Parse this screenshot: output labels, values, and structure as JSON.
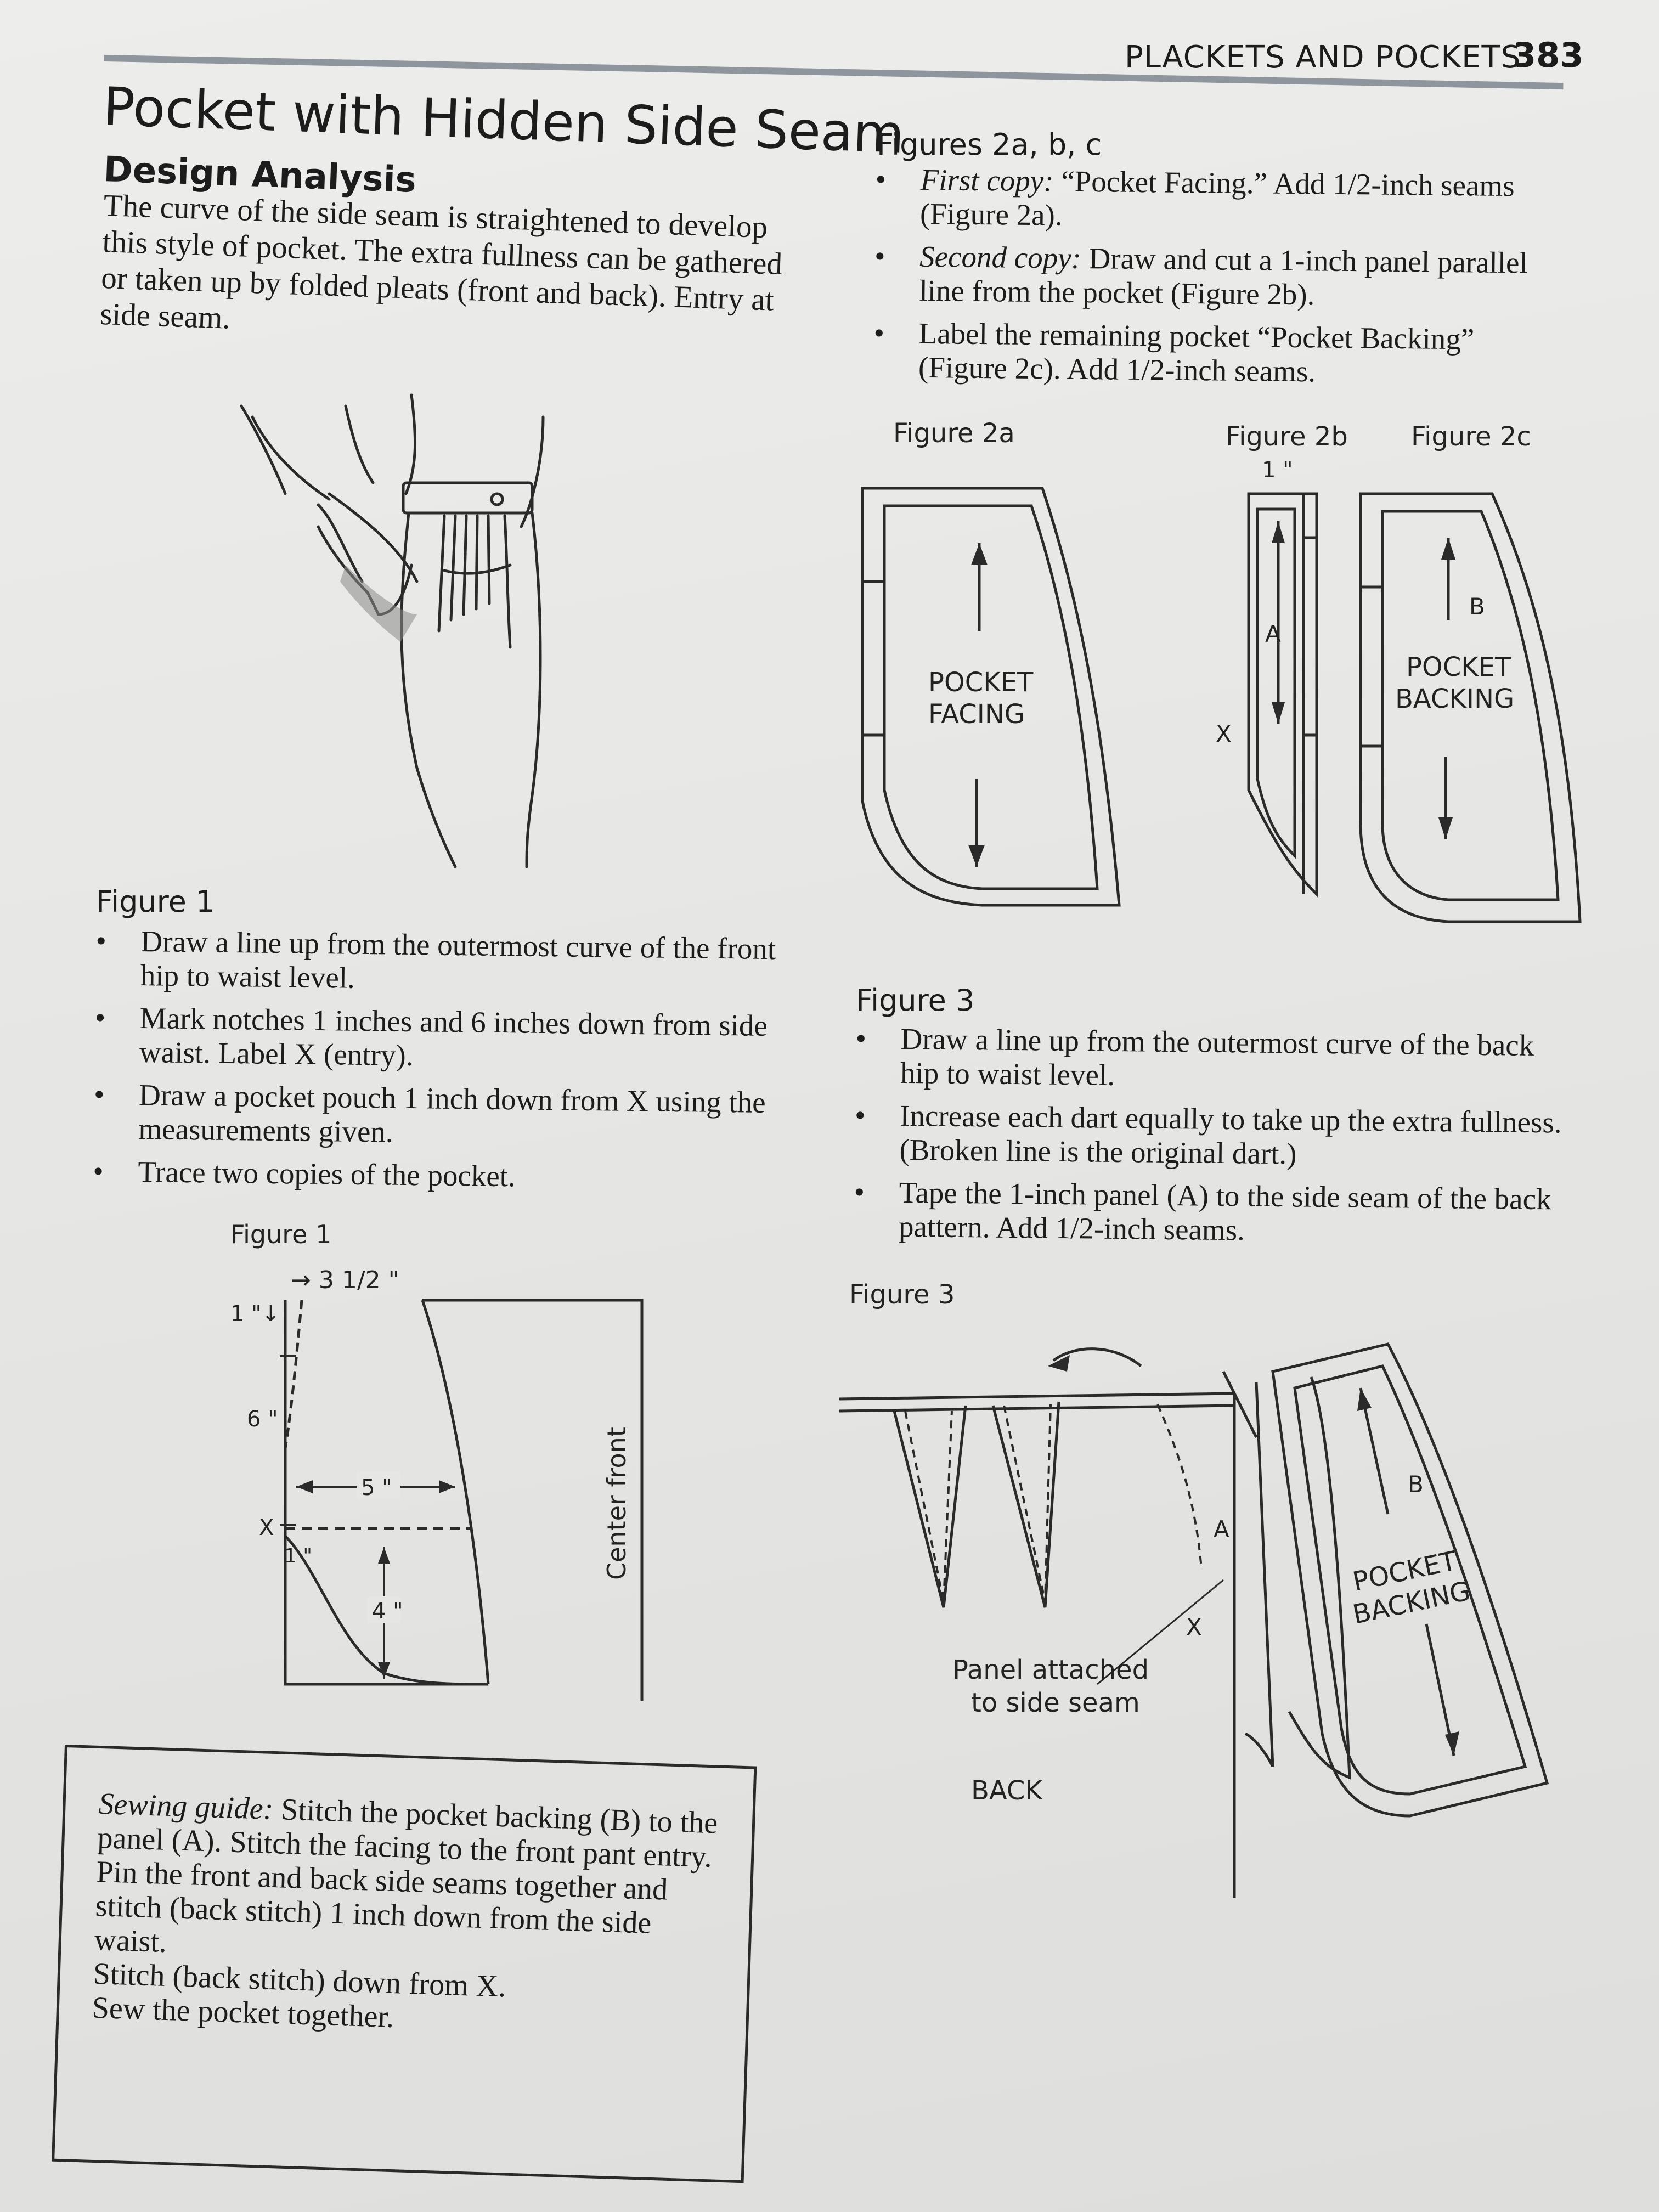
{
  "header": {
    "section": "PLACKETS AND POCKETS",
    "page_number": "383"
  },
  "title": "Pocket with Hidden Side Seam",
  "subtitle": "Design Analysis",
  "intro": "The curve of the side seam is straightened to develop this style of pocket. The extra fullness can be gathered or taken up by folded pleats (front and back). Entry at side seam.",
  "figure2": {
    "caption": "Figures 2a, b, c",
    "items": [
      {
        "lead": "First copy:",
        "text": " “Pocket Facing.” Add 1/2-inch seams (Figure 2a)."
      },
      {
        "lead": "Second copy:",
        "text": " Draw and cut a 1-inch panel parallel line from the pocket (Figure 2b)."
      },
      {
        "lead": "",
        "text": "Label the remaining pocket “Pocket Backing” (Figure 2c). Add 1/2-inch seams."
      }
    ],
    "labels": {
      "fig2a": "Figure 2a",
      "fig2b": "Figure 2b",
      "fig2c": "Figure 2c",
      "one_inch": "1 \"",
      "facing_1": "POCKET",
      "facing_2": "FACING",
      "panel_a": "A",
      "x": "X",
      "b": "B",
      "backing_1": "POCKET",
      "backing_2": "BACKING"
    }
  },
  "figure1": {
    "caption": "Figure 1",
    "items": [
      "Draw a line up from the outermost curve of the front hip to waist level.",
      "Mark notches 1 inches and 6 inches down from side waist. Label X (entry).",
      "Draw a pocket pouch 1 inch down from X using the measurements given.",
      "Trace two copies of the pocket."
    ],
    "diagram": {
      "caption": "Figure 1",
      "m_width": "→ 3 1/2 \"",
      "m_1in": "1 \"↓",
      "m_6in": "6 \"",
      "m_5in": "5 \"",
      "m_x": "X",
      "m_1in_b": "1 \"",
      "m_4in": "4 \"",
      "center_front": "Center front"
    }
  },
  "figure3": {
    "caption": "Figure 3",
    "items": [
      "Draw a line up from the outermost curve of the back hip to waist level.",
      "Increase each dart equally to take up the extra fullness. (Broken line is the original dart.)",
      "Tape the 1-inch panel (A) to the side seam of the back pattern. Add 1/2-inch seams."
    ],
    "diagram": {
      "caption": "Figure 3",
      "a": "A",
      "b": "B",
      "x": "X",
      "panel_1": "Panel attached",
      "panel_2": "to side seam",
      "back": "BACK",
      "backing_1": "POCKET",
      "backing_2": "BACKING"
    }
  },
  "sewing_guide": {
    "lead": "Sewing guide:",
    "line1": " Stitch the pocket backing (B) to the panel (A). Stitch the facing to the front pant entry.",
    "line2": "Pin the front and back side seams together and stitch (back stitch) 1 inch down from the side waist.",
    "line3": "Stitch (back stitch) down from X.",
    "line4": "Sew the pocket together."
  }
}
